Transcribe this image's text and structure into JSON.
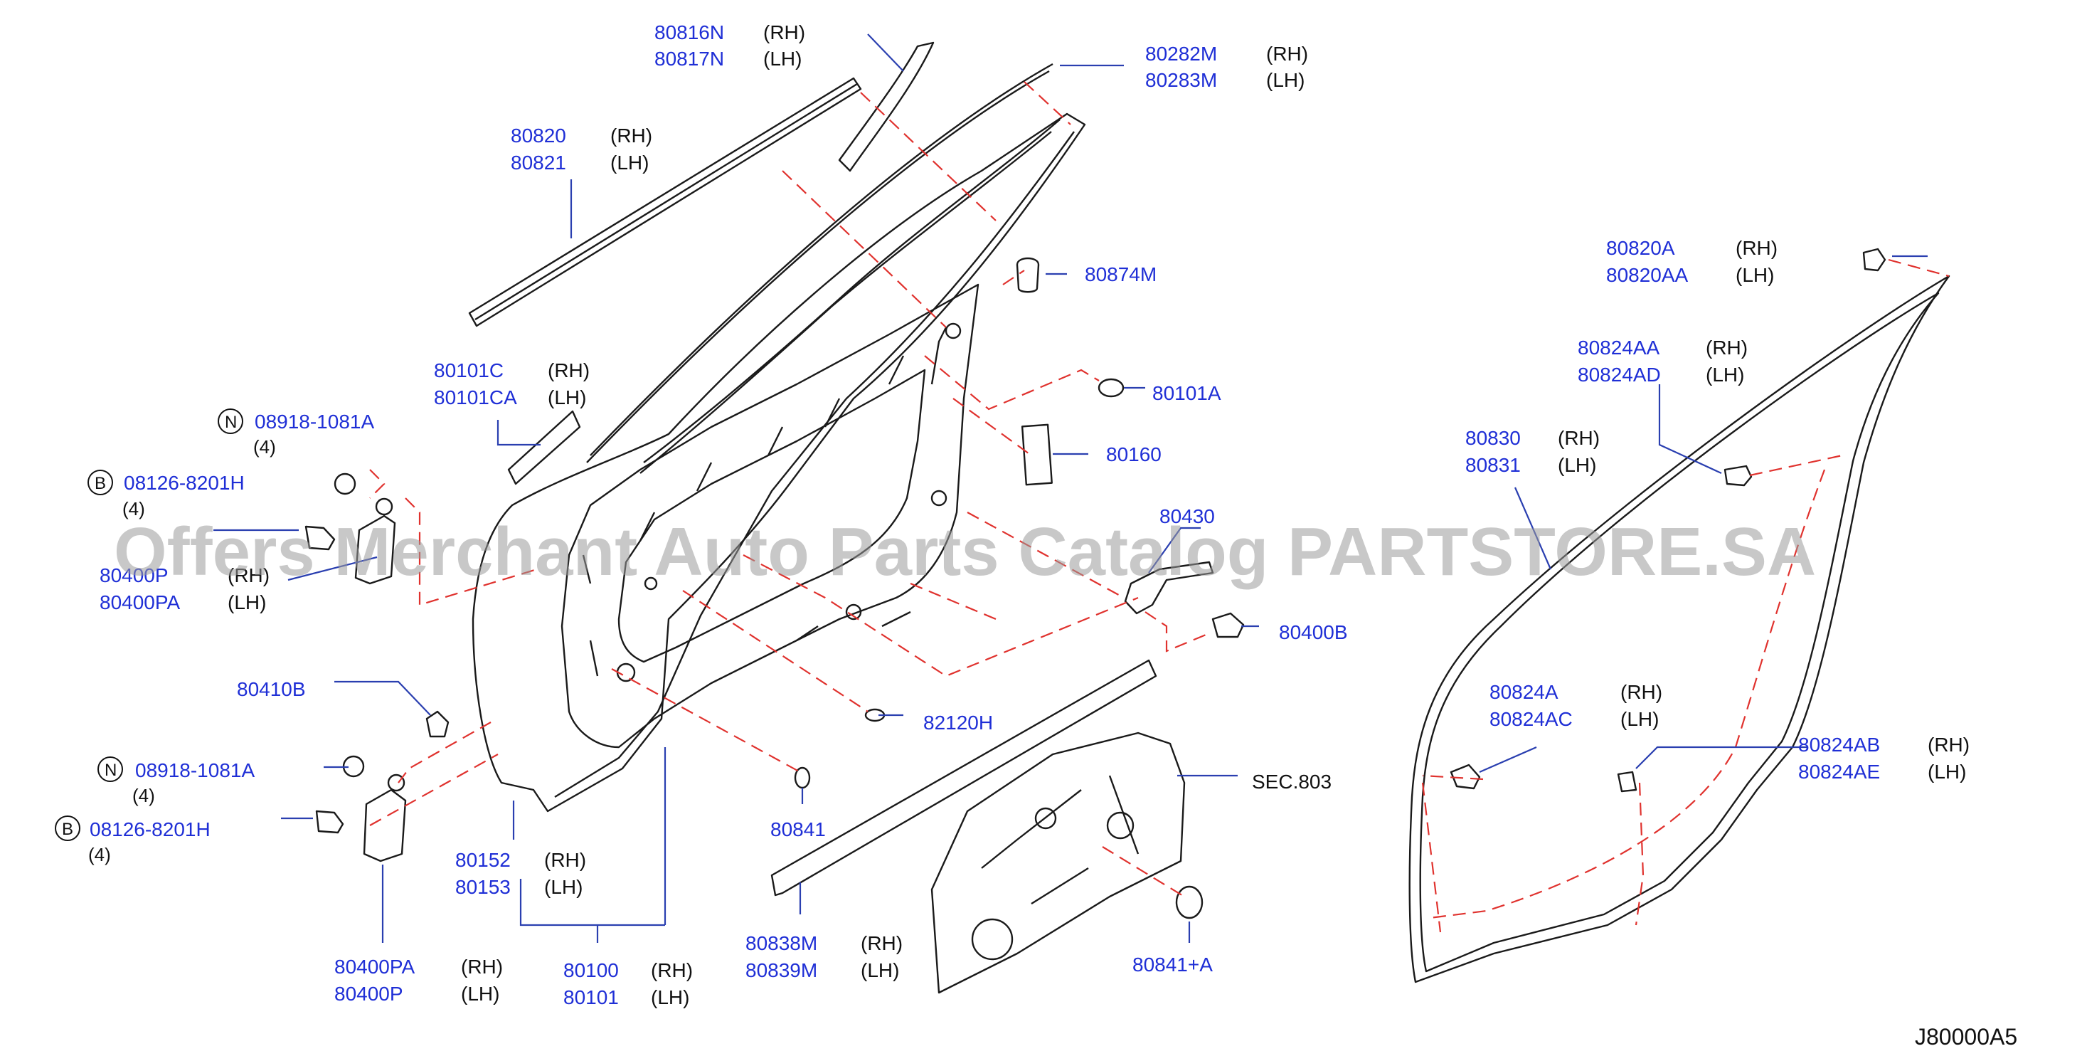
{
  "diagram_code": "J80000A5",
  "watermark": "Offers Merchant Auto Parts Catalog PARTSTORE.SA",
  "parts": {
    "p80816N": {
      "pn": "80816N",
      "side": "(RH)"
    },
    "p80817N": {
      "pn": "80817N",
      "side": "(LH)"
    },
    "p80282M": {
      "pn": "80282M",
      "side": "(RH)"
    },
    "p80283M": {
      "pn": "80283M",
      "side": "(LH)"
    },
    "p80820": {
      "pn": "80820",
      "side": "(RH)"
    },
    "p80821": {
      "pn": "80821",
      "side": "(LH)"
    },
    "p80874M": {
      "pn": "80874M"
    },
    "p80101C": {
      "pn": "80101C",
      "side": "(RH)"
    },
    "p80101CA": {
      "pn": "80101CA",
      "side": "(LH)"
    },
    "p80101A": {
      "pn": "80101A"
    },
    "p08918a": {
      "pn": "08918-1081A",
      "symbol": "N",
      "qty": "(4)"
    },
    "p08126a": {
      "pn": "08126-8201H",
      "symbol": "B",
      "qty": "(4)"
    },
    "p80160": {
      "pn": "80160"
    },
    "p80400P_top": {
      "pn": "80400P",
      "side": "(RH)"
    },
    "p80400PA_top": {
      "pn": "80400PA",
      "side": "(LH)"
    },
    "p80430": {
      "pn": "80430"
    },
    "p80400B": {
      "pn": "80400B"
    },
    "p80410B": {
      "pn": "80410B"
    },
    "p82120H": {
      "pn": "82120H"
    },
    "p08918b": {
      "pn": "08918-1081A",
      "symbol": "N",
      "qty": "(4)"
    },
    "p08126b": {
      "pn": "08126-8201H",
      "symbol": "B",
      "qty": "(4)"
    },
    "p80841": {
      "pn": "80841"
    },
    "sec803": {
      "text": "SEC.803"
    },
    "p80152": {
      "pn": "80152",
      "side": "(RH)"
    },
    "p80153": {
      "pn": "80153",
      "side": "(LH)"
    },
    "p80400PA_bot": {
      "pn": "80400PA",
      "side": "(RH)"
    },
    "p80400P_bot": {
      "pn": "80400P",
      "side": "(LH)"
    },
    "p80100": {
      "pn": "80100",
      "side": "(RH)"
    },
    "p80101": {
      "pn": "80101",
      "side": "(LH)"
    },
    "p80838M": {
      "pn": "80838M",
      "side": "(RH)"
    },
    "p80839M": {
      "pn": "80839M",
      "side": "(LH)"
    },
    "p80841A": {
      "pn": "80841+A"
    },
    "p80820A": {
      "pn": "80820A",
      "side": "(RH)"
    },
    "p80820AA": {
      "pn": "80820AA",
      "side": "(LH)"
    },
    "p80824AA": {
      "pn": "80824AA",
      "side": "(RH)"
    },
    "p80824AD": {
      "pn": "80824AD",
      "side": "(LH)"
    },
    "p80830": {
      "pn": "80830",
      "side": "(RH)"
    },
    "p80831": {
      "pn": "80831",
      "side": "(LH)"
    },
    "p80824A": {
      "pn": "80824A",
      "side": "(RH)"
    },
    "p80824AC": {
      "pn": "80824AC",
      "side": "(LH)"
    },
    "p80824AB": {
      "pn": "80824AB",
      "side": "(RH)"
    },
    "p80824AE": {
      "pn": "80824AE",
      "side": "(LH)"
    }
  },
  "colors": {
    "part_number": "#1f2fd6",
    "leader_line": "#2a3fb0",
    "dashed_line": "#e0322e",
    "outline": "#1a1a1a"
  }
}
